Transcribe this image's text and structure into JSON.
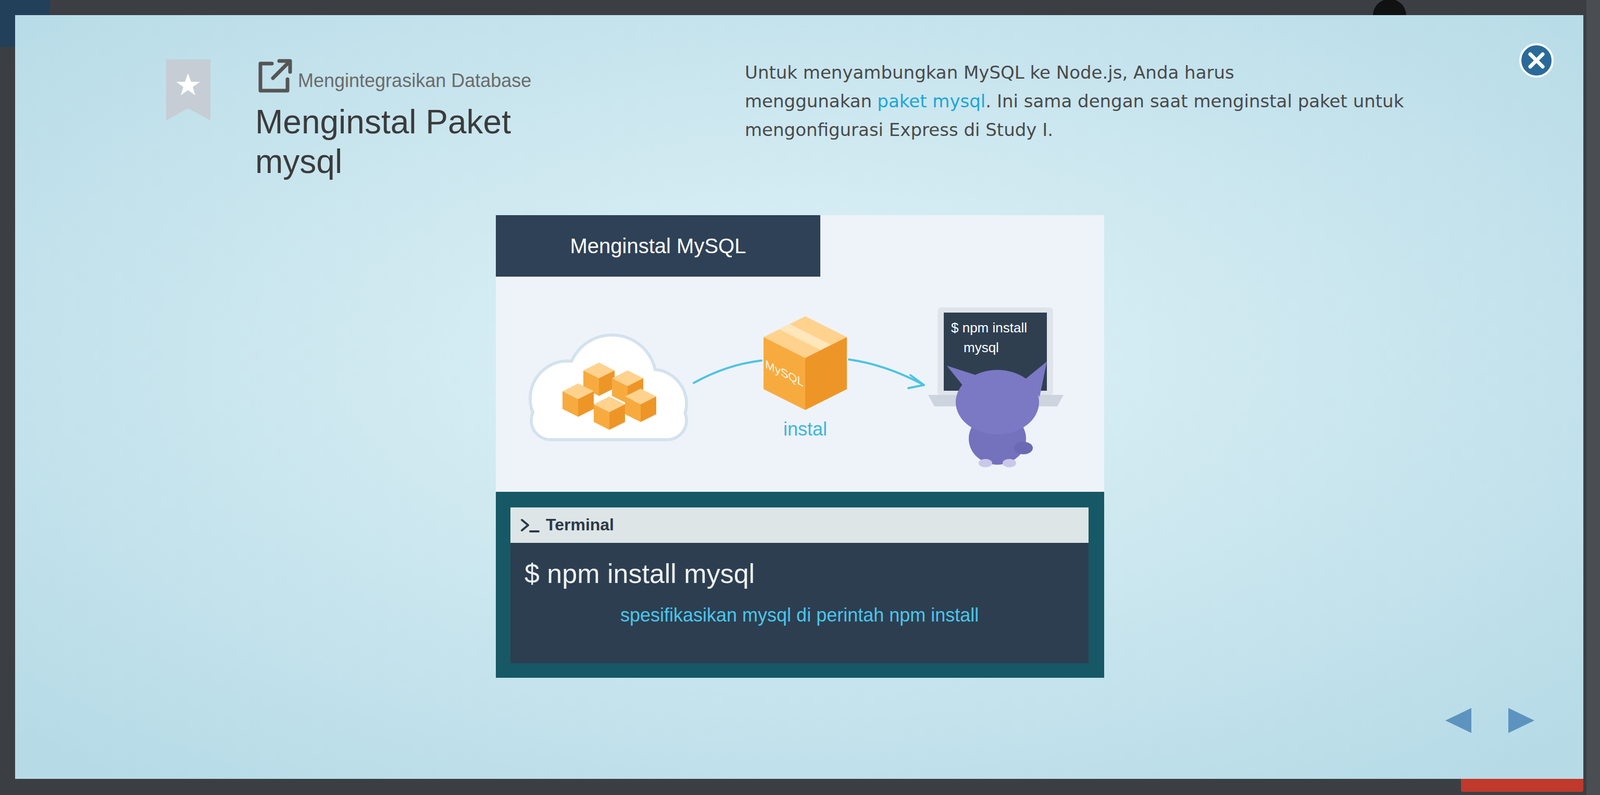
{
  "diagram": {
    "title": "Menginstal Paket mysql",
    "nodes": [
      {
        "text": [
          "Menginstal MySQL"
        ]
      },
      {
        "text": [
          "Terminal",
          "$ npm install mysql",
          "spesifikasikan mysql di perintah npm install"
        ]
      }
    ],
    "labels": [
      "Mengintegrasikan Database",
      "Untuk menyambungkan MySQL ke Node.js, Anda harus menggunakan",
      "paket mysql",
      ". Ini sama dengan saat menginstal paket untuk mengonfigurasi Express di Study I.",
      "MySQL",
      "instal",
      "$ npm install",
      "mysql"
    ]
  }
}
